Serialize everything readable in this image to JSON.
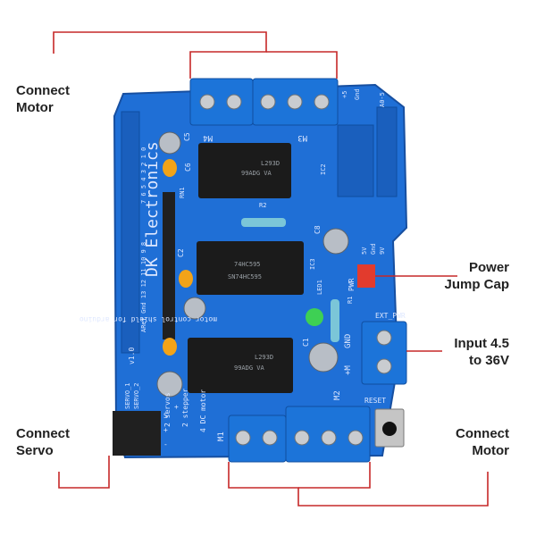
{
  "callouts": {
    "top_left": "Connect\nMotor",
    "power_jump": "Power\nJump Cap",
    "input_voltage": "Input 4.5\nto 36V",
    "servo": "Connect\nServo",
    "bottom_right": "Connect\nMotor"
  },
  "board": {
    "brand": "DK Electronics",
    "subtitle": "motor control shield for arduino",
    "version": "v1.0",
    "ref_label": "ARef Gnd 13 12 11 10 9 8",
    "pins_left": "7 6 5 4 3 2 1 0",
    "motor_labels": {
      "m4": "M4",
      "m3": "M3",
      "m1": "M1",
      "m2": "M2"
    },
    "chips": {
      "ic1": {
        "name": "L293D",
        "code": "99ADG VA"
      },
      "ic2": {
        "name": "L293D",
        "code": "99ADG VA"
      },
      "ic3": {
        "name": "74HC595",
        "code": "SN74HC595"
      }
    },
    "labels": {
      "c5": "C5",
      "c6": "C6",
      "c8": "C8",
      "c2": "C2",
      "c1": "C1",
      "ic2": "IC2",
      "ic3": "IC3",
      "rn1": "RN1",
      "r2": "R2",
      "r1": "R1",
      "led1": "LED1",
      "pwr": "PWR",
      "ext_pwr": "EXT_PWR",
      "gnd": "GND",
      "plus_m": "+M",
      "reset": "RESET",
      "servo1": "SERVO_1",
      "servo2": "SERVO_2",
      "plus5": "+5",
      "gnd_top": "Gnd",
      "a0_5": "A0-5",
      "five_v": "5V",
      "gnd_small": "Gnd",
      "nine_v": "9V",
      "servos": "2 servos",
      "plus": "+",
      "stepper": "2 stepper",
      "dc_motor": "4 DC motor",
      "s_mark": "S",
      "plus_mark": "+",
      "minus_mark": "-"
    }
  },
  "colors": {
    "pcb": "#1f6fd6",
    "pcb_dark": "#1a5fbd",
    "terminal": "#1c74d9",
    "line": "#c62828"
  }
}
